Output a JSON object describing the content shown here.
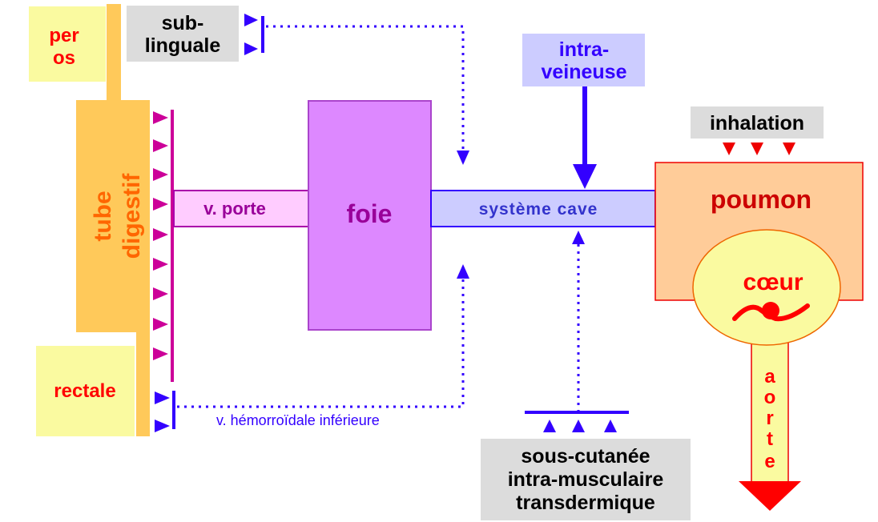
{
  "labels": {
    "per_os": [
      "per",
      "os"
    ],
    "sub_linguale": [
      "sub-",
      "linguale"
    ],
    "tube_digestif": [
      "tube",
      "digestif"
    ],
    "rectale": "rectale",
    "v_porte": "v. porte",
    "foie": "foie",
    "systeme_cave": "système cave",
    "intra_veineuse": [
      "intra-",
      "veineuse"
    ],
    "inhalation": "inhalation",
    "poumon": "poumon",
    "coeur": "cœur",
    "aorte": [
      "a",
      "o",
      "r",
      "t",
      "e"
    ],
    "v_hemorroidale": "v. hémorroïdale inférieure",
    "sous_cutanee": [
      "sous-cutanée",
      "intra-musculaire",
      "transdermique"
    ]
  },
  "colors": {
    "yellow": "#fafaa0",
    "orange": "#ffc95a",
    "gray": "#dcdcdc",
    "magenta": "#cc0099",
    "blue": "#3300ff",
    "red": "#ff0000"
  }
}
